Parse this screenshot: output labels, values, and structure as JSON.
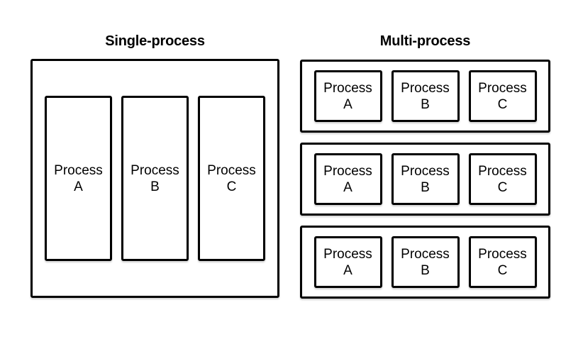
{
  "left_panel": {
    "title": "Single-process",
    "processes": [
      {
        "name": "Process",
        "id": "A"
      },
      {
        "name": "Process",
        "id": "B"
      },
      {
        "name": "Process",
        "id": "C"
      }
    ]
  },
  "right_panel": {
    "title": "Multi-process",
    "rows": [
      {
        "processes": [
          {
            "name": "Process",
            "id": "A"
          },
          {
            "name": "Process",
            "id": "B"
          },
          {
            "name": "Process",
            "id": "C"
          }
        ]
      },
      {
        "processes": [
          {
            "name": "Process",
            "id": "A"
          },
          {
            "name": "Process",
            "id": "B"
          },
          {
            "name": "Process",
            "id": "C"
          }
        ]
      },
      {
        "processes": [
          {
            "name": "Process",
            "id": "A"
          },
          {
            "name": "Process",
            "id": "B"
          },
          {
            "name": "Process",
            "id": "C"
          }
        ]
      }
    ]
  },
  "colors": {
    "border": "#000000",
    "text": "#000000",
    "background": "#ffffff"
  }
}
